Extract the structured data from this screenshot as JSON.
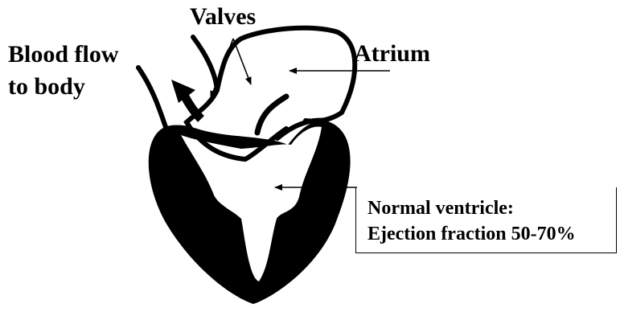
{
  "labels": {
    "valves": "Valves",
    "atrium": "Atrium",
    "blood_flow_line1": "Blood flow",
    "blood_flow_line2": "to body",
    "ventricle_line1": "Normal  ventricle:",
    "ventricle_line2": "Ejection fraction 50-70%"
  },
  "colors": {
    "ink": "#000000",
    "background": "#ffffff"
  }
}
